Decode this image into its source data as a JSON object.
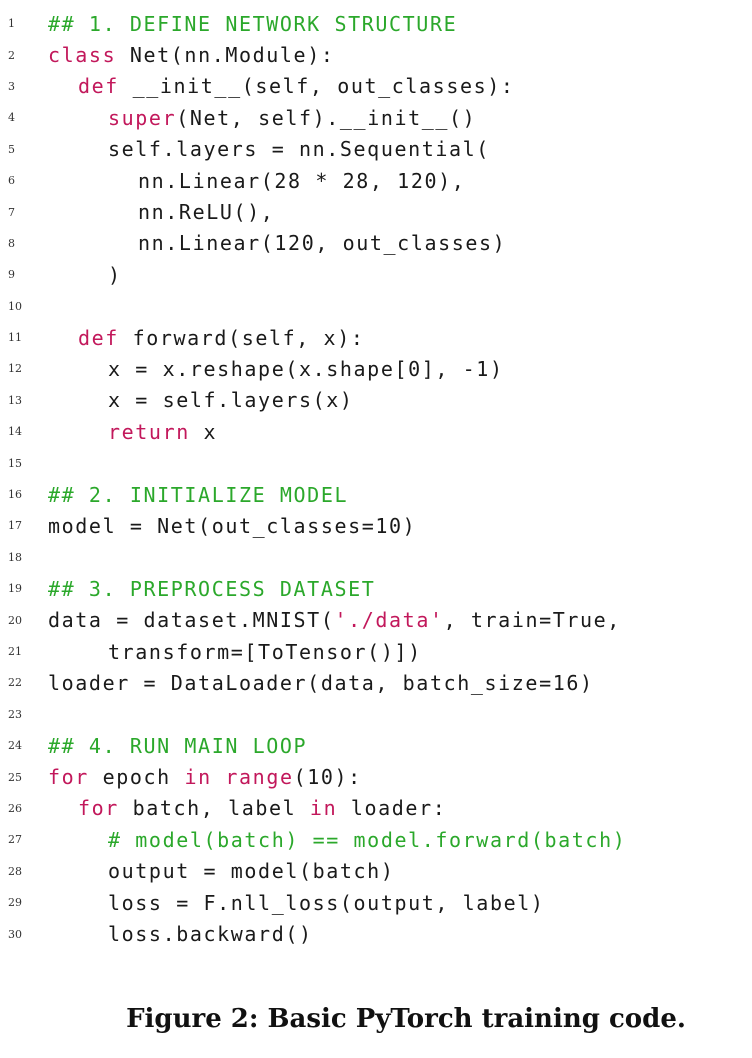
{
  "colors": {
    "keyword": "#c2185b",
    "comment": "#2ba82b",
    "string": "#c2185b",
    "text": "#1a1a1a"
  },
  "lines": [
    {
      "num": "1",
      "indent": 0,
      "tokens": [
        {
          "t": "## 1. DEFINE NETWORK STRUCTURE",
          "k": "comment"
        }
      ]
    },
    {
      "num": "2",
      "indent": 0,
      "tokens": [
        {
          "t": "class",
          "k": "keyword"
        },
        {
          "t": " Net(nn.Module):",
          "k": "plain"
        }
      ]
    },
    {
      "num": "3",
      "indent": 1,
      "tokens": [
        {
          "t": "def",
          "k": "keyword"
        },
        {
          "t": " __init__(self, out_classes):",
          "k": "plain"
        }
      ]
    },
    {
      "num": "4",
      "indent": 2,
      "tokens": [
        {
          "t": "super",
          "k": "keyword"
        },
        {
          "t": "(Net, self).__init__()",
          "k": "plain"
        }
      ]
    },
    {
      "num": "5",
      "indent": 2,
      "tokens": [
        {
          "t": "self.layers = nn.Sequential(",
          "k": "plain"
        }
      ]
    },
    {
      "num": "6",
      "indent": 3,
      "tokens": [
        {
          "t": "nn.Linear(28 * 28, 120),",
          "k": "plain"
        }
      ]
    },
    {
      "num": "7",
      "indent": 3,
      "tokens": [
        {
          "t": "nn.ReLU(),",
          "k": "plain"
        }
      ]
    },
    {
      "num": "8",
      "indent": 3,
      "tokens": [
        {
          "t": "nn.Linear(120, out_classes)",
          "k": "plain"
        }
      ]
    },
    {
      "num": "9",
      "indent": 2,
      "tokens": [
        {
          "t": ")",
          "k": "plain"
        }
      ]
    },
    {
      "num": "10",
      "indent": 0,
      "tokens": []
    },
    {
      "num": "11",
      "indent": 1,
      "tokens": [
        {
          "t": "def",
          "k": "keyword"
        },
        {
          "t": " forward(self, x):",
          "k": "plain"
        }
      ]
    },
    {
      "num": "12",
      "indent": 2,
      "tokens": [
        {
          "t": "x = x.reshape(x.shape[0], -1)",
          "k": "plain"
        }
      ]
    },
    {
      "num": "13",
      "indent": 2,
      "tokens": [
        {
          "t": "x = self.layers(x)",
          "k": "plain"
        }
      ]
    },
    {
      "num": "14",
      "indent": 2,
      "tokens": [
        {
          "t": "return",
          "k": "keyword"
        },
        {
          "t": " x",
          "k": "plain"
        }
      ]
    },
    {
      "num": "15",
      "indent": 0,
      "tokens": []
    },
    {
      "num": "16",
      "indent": 0,
      "tokens": [
        {
          "t": "## 2. INITIALIZE MODEL",
          "k": "comment"
        }
      ]
    },
    {
      "num": "17",
      "indent": 0,
      "tokens": [
        {
          "t": "model = Net(out_classes=10)",
          "k": "plain"
        }
      ]
    },
    {
      "num": "18",
      "indent": 0,
      "tokens": []
    },
    {
      "num": "19",
      "indent": 0,
      "tokens": [
        {
          "t": "## 3. PREPROCESS DATASET",
          "k": "comment"
        }
      ]
    },
    {
      "num": "20",
      "indent": 0,
      "tokens": [
        {
          "t": "data = dataset.MNIST(",
          "k": "plain"
        },
        {
          "t": "'./data'",
          "k": "string"
        },
        {
          "t": ", train=True,",
          "k": "plain"
        }
      ]
    },
    {
      "num": "21",
      "indent": 2,
      "tokens": [
        {
          "t": "transform=[ToTensor()])",
          "k": "plain"
        }
      ]
    },
    {
      "num": "22",
      "indent": 0,
      "tokens": [
        {
          "t": "loader = DataLoader(data, batch_size=16)",
          "k": "plain"
        }
      ]
    },
    {
      "num": "23",
      "indent": 0,
      "tokens": []
    },
    {
      "num": "24",
      "indent": 0,
      "tokens": [
        {
          "t": "## 4. RUN MAIN LOOP",
          "k": "comment"
        }
      ]
    },
    {
      "num": "25",
      "indent": 0,
      "tokens": [
        {
          "t": "for",
          "k": "keyword"
        },
        {
          "t": " epoch ",
          "k": "plain"
        },
        {
          "t": "in",
          "k": "keyword"
        },
        {
          "t": " ",
          "k": "plain"
        },
        {
          "t": "range",
          "k": "keyword"
        },
        {
          "t": "(10):",
          "k": "plain"
        }
      ]
    },
    {
      "num": "26",
      "indent": 1,
      "tokens": [
        {
          "t": "for",
          "k": "keyword"
        },
        {
          "t": " batch, label ",
          "k": "plain"
        },
        {
          "t": "in",
          "k": "keyword"
        },
        {
          "t": " loader:",
          "k": "plain"
        }
      ]
    },
    {
      "num": "27",
      "indent": 2,
      "tokens": [
        {
          "t": "# model(batch) == model.forward(batch)",
          "k": "comment"
        }
      ]
    },
    {
      "num": "28",
      "indent": 2,
      "tokens": [
        {
          "t": "output = model(batch)",
          "k": "plain"
        }
      ]
    },
    {
      "num": "29",
      "indent": 2,
      "tokens": [
        {
          "t": "loss = F.nll_loss(output, label)",
          "k": "plain"
        }
      ]
    },
    {
      "num": "30",
      "indent": 2,
      "tokens": [
        {
          "t": "loss.backward()",
          "k": "plain"
        }
      ]
    }
  ],
  "caption": "Figure 2: Basic PyTorch training code."
}
